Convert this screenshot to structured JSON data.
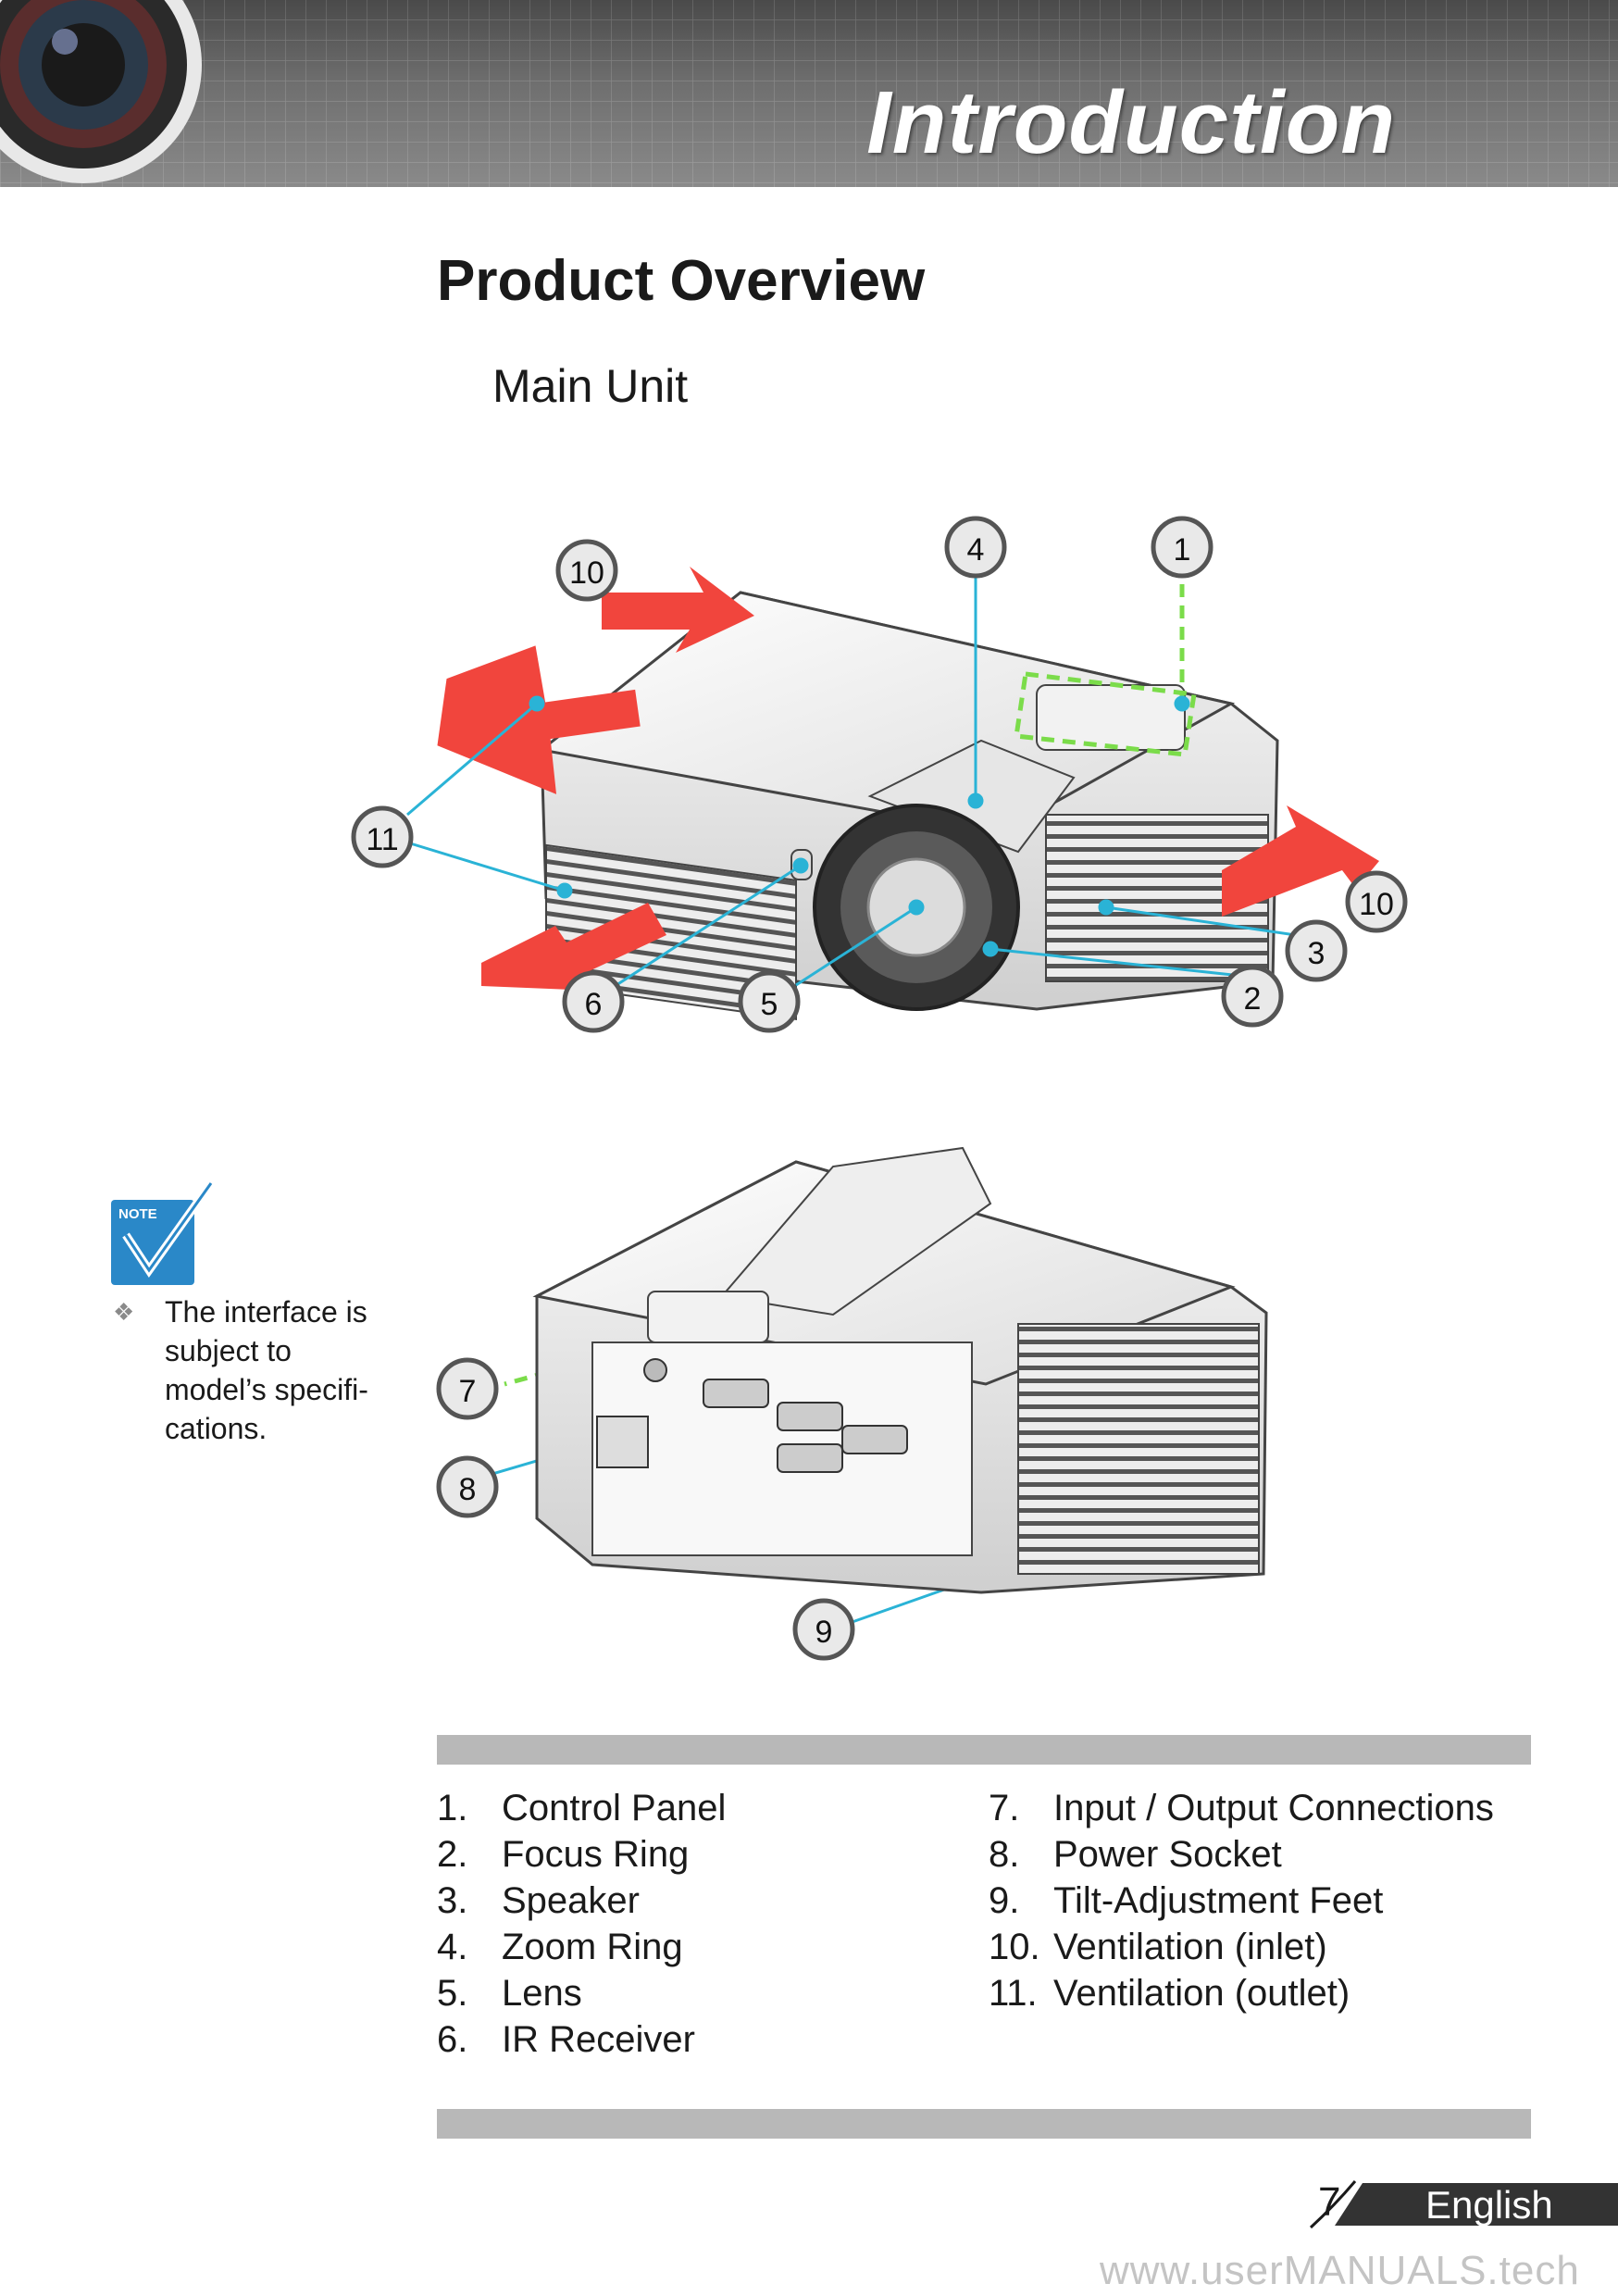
{
  "header": {
    "title": "Introduction"
  },
  "section": {
    "title": "Product Overview",
    "subtitle": "Main Unit"
  },
  "note": {
    "icon_label": "NOTE",
    "bullet": "❖",
    "text": "The interface is subject to model’s specifi-cations."
  },
  "callouts": [
    "1",
    "2",
    "3",
    "4",
    "5",
    "6",
    "7",
    "8",
    "9",
    "10",
    "10",
    "11"
  ],
  "legend_left": [
    {
      "num": "1.",
      "label": "Control Panel"
    },
    {
      "num": "2.",
      "label": "Focus Ring"
    },
    {
      "num": "3.",
      "label": "Speaker"
    },
    {
      "num": "4.",
      "label": "Zoom Ring"
    },
    {
      "num": "5.",
      "label": "Lens"
    },
    {
      "num": "6.",
      "label": "IR Receiver"
    }
  ],
  "legend_right": [
    {
      "num": "7.",
      "label": "Input / Output Connections"
    },
    {
      "num": "8.",
      "label": "Power Socket"
    },
    {
      "num": "9.",
      "label": "Tilt-Adjustment Feet"
    },
    {
      "num": "10.",
      "label": "Ventilation (inlet)"
    },
    {
      "num": "11.",
      "label": "Ventilation (outlet)"
    }
  ],
  "footer": {
    "page": "7",
    "language": "English",
    "watermark": "www.userMANUALS.tech"
  },
  "colors": {
    "arrow": "#f1453d",
    "callout_line": "#2ab3d6",
    "highlight": "#7bdc4a",
    "bar": "#b8b8b8"
  }
}
